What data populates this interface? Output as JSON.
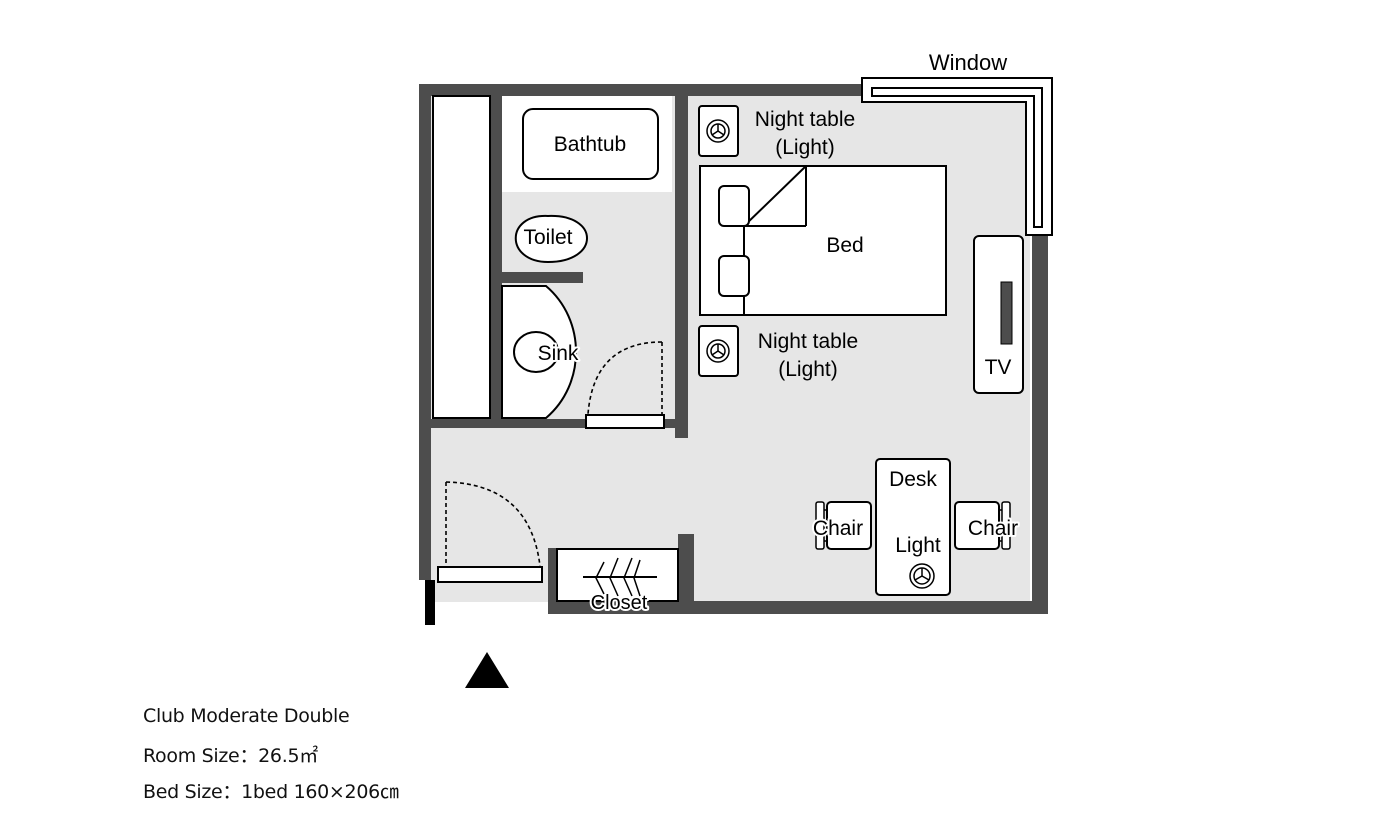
{
  "labels": {
    "window": "Window",
    "bathtub": "Bathtub",
    "toilet": "Toilet",
    "sink": "Sink",
    "night_table_top": [
      "Night table",
      "(Light)"
    ],
    "night_table_bottom": [
      "Night table",
      "(Light)"
    ],
    "bed": "Bed",
    "tv": "TV",
    "desk": "Desk",
    "desk_light": "Light",
    "chair_left": "Chair",
    "chair_right": "Chair",
    "closet": "Closet"
  },
  "room_info": {
    "name": "Club Moderate Double",
    "size": "Room Size：26.5㎡",
    "bed": "Bed Size：1bed 160×206㎝"
  },
  "colors": {
    "wall": "#4d4d4d",
    "floor": "#e6e6e6",
    "fixture": "#ffffff",
    "line": "#000000"
  },
  "icons": {
    "entrance": "entrance-arrow-icon",
    "lamp": "lamp-icon"
  }
}
